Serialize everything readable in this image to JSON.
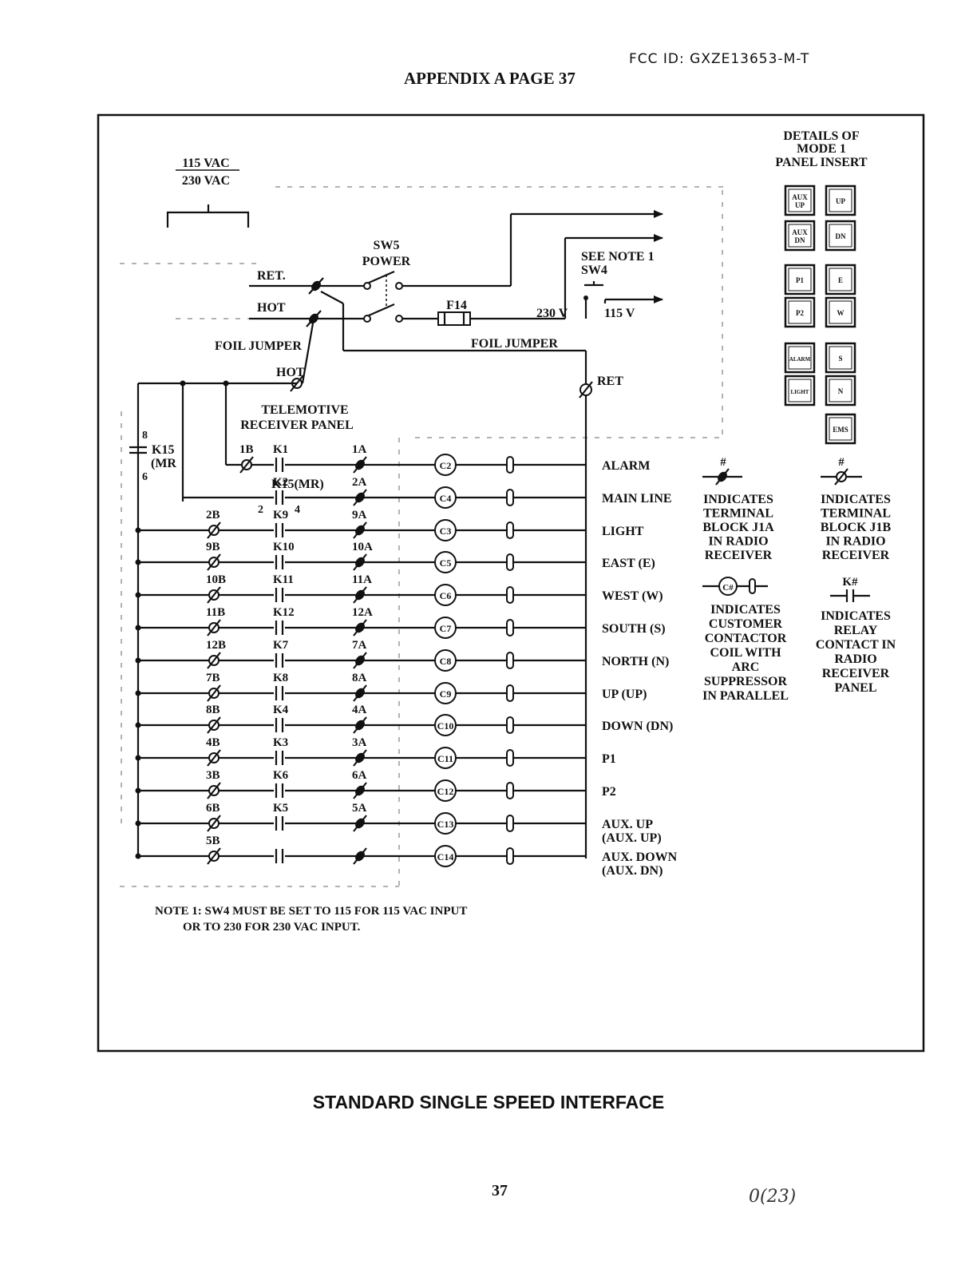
{
  "header": {
    "fcc_id": "FCC ID: GXZE13653-M-T",
    "appendix": "APPENDIX A PAGE 37"
  },
  "footer": {
    "caption": "STANDARD SINGLE SPEED INTERFACE",
    "page_number": "37",
    "handwritten": "0(23)"
  },
  "power": {
    "v115": "115 VAC",
    "v230": "230 VAC",
    "sw5_l1": "SW5",
    "sw5_l2": "POWER",
    "ret": "RET.",
    "hot": "HOT",
    "f14": "F14",
    "note_ref": "SEE NOTE 1",
    "sw4": "SW4",
    "sel230": "230 V",
    "sel115": "115 V",
    "foil1": "FOIL JUMPER",
    "foil2": "FOIL JUMPER",
    "hot2": "HOT",
    "ret2": "RET",
    "panel_l1": "TELEMOTIVE",
    "panel_l2": "RECEIVER PANEL",
    "k15_top": "8",
    "k15_l1": "K15",
    "k15_l2": "(MR",
    "k15_bot": "6",
    "k15mr": "K15(MR)",
    "k2_left": "2",
    "k2_right": "4"
  },
  "insert": {
    "title": [
      "DETAILS OF",
      "MODE 1",
      "PANEL INSERT"
    ],
    "buttons": [
      {
        "l1": "AUX",
        "l2": "UP"
      },
      {
        "l1": "UP",
        "l2": ""
      },
      {
        "l1": "AUX",
        "l2": "DN"
      },
      {
        "l1": "DN",
        "l2": ""
      },
      {
        "l1": "P1",
        "l2": ""
      },
      {
        "l1": "E",
        "l2": ""
      },
      {
        "l1": "P2",
        "l2": ""
      },
      {
        "l1": "W",
        "l2": ""
      },
      {
        "l1": "ALARM",
        "l2": ""
      },
      {
        "l1": "S",
        "l2": ""
      },
      {
        "l1": "LIGHT",
        "l2": ""
      },
      {
        "l1": "N",
        "l2": ""
      },
      {
        "l1": "EMS",
        "l2": ""
      }
    ]
  },
  "rows": [
    {
      "b": "1B",
      "k": "K1",
      "a": "1A",
      "c": "C2",
      "func": "ALARM",
      "func2": ""
    },
    {
      "b": "",
      "k": "K2",
      "a": "2A",
      "c": "C4",
      "func": "MAIN LINE",
      "func2": ""
    },
    {
      "b": "2B",
      "k": "K9",
      "a": "9A",
      "c": "C3",
      "func": "LIGHT",
      "func2": ""
    },
    {
      "b": "9B",
      "k": "K10",
      "a": "10A",
      "c": "C5",
      "func": "EAST (E)",
      "func2": ""
    },
    {
      "b": "10B",
      "k": "K11",
      "a": "11A",
      "c": "C6",
      "func": "WEST (W)",
      "func2": ""
    },
    {
      "b": "11B",
      "k": "K12",
      "a": "12A",
      "c": "C7",
      "func": "SOUTH (S)",
      "func2": ""
    },
    {
      "b": "12B",
      "k": "K7",
      "a": "7A",
      "c": "C8",
      "func": "NORTH (N)",
      "func2": ""
    },
    {
      "b": "7B",
      "k": "K8",
      "a": "8A",
      "c": "C9",
      "func": "UP (UP)",
      "func2": ""
    },
    {
      "b": "8B",
      "k": "K4",
      "a": "4A",
      "c": "C10",
      "func": "DOWN (DN)",
      "func2": ""
    },
    {
      "b": "4B",
      "k": "K3",
      "a": "3A",
      "c": "C11",
      "func": "P1",
      "func2": ""
    },
    {
      "b": "3B",
      "k": "K6",
      "a": "6A",
      "c": "C12",
      "func": "P2",
      "func2": ""
    },
    {
      "b": "6B",
      "k": "K5",
      "a": "5A",
      "c": "C13",
      "func": "AUX. UP",
      "func2": "(AUX. UP)"
    },
    {
      "b": "5B",
      "k": "",
      "a": "",
      "c": "C14",
      "func": "AUX. DOWN",
      "func2": "(AUX. DN)"
    }
  ],
  "legend": {
    "j1a_sym": "#",
    "j1a": [
      "INDICATES",
      "TERMINAL",
      "BLOCK J1A",
      "IN RADIO",
      "RECEIVER"
    ],
    "j1b_sym": "#",
    "j1b": [
      "INDICATES",
      "TERMINAL",
      "BLOCK J1B",
      "IN RADIO",
      "RECEIVER"
    ],
    "coil_sym": "C#",
    "coil": [
      "INDICATES",
      "CUSTOMER",
      "CONTACTOR",
      "COIL WITH",
      "ARC",
      "SUPPRESSOR",
      "IN PARALLEL"
    ],
    "relay_sym": "K#",
    "relay": [
      "INDICATES",
      "RELAY",
      "CONTACT IN",
      "RADIO",
      "RECEIVER",
      "PANEL"
    ]
  },
  "note": {
    "line1": "NOTE 1: SW4 MUST BE SET TO 115 FOR 115 VAC INPUT",
    "line2": "OR TO 230 FOR 230 VAC INPUT."
  }
}
